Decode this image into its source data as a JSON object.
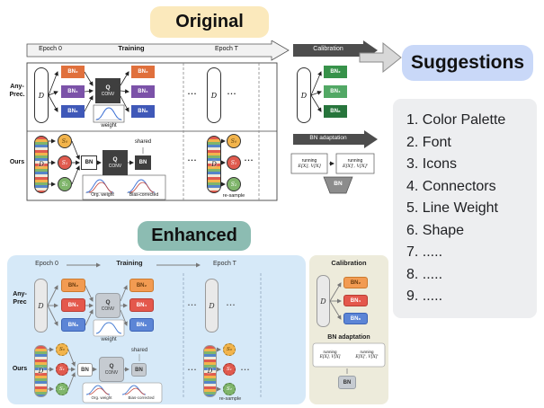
{
  "page": {
    "original_title": "Original",
    "enhanced_title": "Enhanced",
    "suggestions_title": "Suggestions"
  },
  "suggestions": {
    "items": [
      "1. Color Palette",
      "2. Font",
      "3. Icons",
      "4. Connectors",
      "5. Line Weight",
      "6. Shape",
      "7. .....",
      "8. .....",
      "9. ....."
    ]
  },
  "original": {
    "epoch0": "Epoch 0",
    "training": "Training",
    "epochT": "Epoch T",
    "calibration": "Calibration",
    "bn_adaptation": "BN adaptation",
    "any_prec_1": "Any-",
    "any_prec_2": "Prec.",
    "ours": "Ours",
    "dataset": "D",
    "bn2": "BN₂",
    "bn4": "BN₄",
    "bn8": "BN₈",
    "q": "Q",
    "conv": "CONV",
    "weight": "weight",
    "shared": "shared",
    "bn": "BN",
    "s0": "S₀",
    "s1": "S₁",
    "s2": "S₂",
    "org_weight": "Org. weight",
    "bias_corrected": "Bias-corrected",
    "resample": "re-sample",
    "running": "running",
    "stats_before": "E[X], V[X]",
    "stats_after": "E[X]', V[X]'",
    "dots": "..."
  },
  "enhanced": {
    "epoch0": "Epoch 0",
    "training": "Training",
    "epochT": "Epoch T",
    "calibration": "Calibration",
    "bn_adaptation": "BN adaptation",
    "any_prec_1": "Any-",
    "any_prec_2": "Prec",
    "ours": "Ours",
    "dataset": "D",
    "bn2": "BN₂",
    "bn4": "BN₄",
    "bn8": "BN₈",
    "q": "Q",
    "conv": "CONV",
    "weight": "weight",
    "shared": "shared",
    "bn": "BN",
    "s0": "S₀",
    "s1": "S₁",
    "s2": "S₂",
    "org_weight": "Org. weight",
    "bias_corrected": "Bias-corrected",
    "resample": "re-sample",
    "running": "running",
    "stats_before": "E[X], V[X]",
    "stats_after": "E[X]', V[X]'",
    "dots": "..."
  },
  "colors": {
    "original_pill_bg": "#FBE9BC",
    "enhanced_pill_bg": "#8CBCB2",
    "suggestions_pill_bg": "#C9D8F8",
    "suggestions_panel_bg": "#EDEEF0",
    "enhanced_training_bg": "#D6E9F8",
    "enhanced_calibration_bg": "#EDEBDB",
    "orig_bn2": "#E0703C",
    "orig_bn4": "#7B52A8",
    "orig_bn8": "#3F58B8",
    "orig_calib_bn2": "#37924A",
    "orig_calib_bn4": "#52A865",
    "orig_calib_bn8": "#27753C",
    "enh_bn2": "#F29B52",
    "enh_bn4": "#E4584C",
    "enh_bn8": "#5C85D6",
    "s0_circle": "#F2B44C",
    "s1_circle": "#E05A4E",
    "s2_circle": "#7FB56B",
    "qconv_dark": "#3F3F3F",
    "qconv_gray": "#C6CBD1"
  }
}
